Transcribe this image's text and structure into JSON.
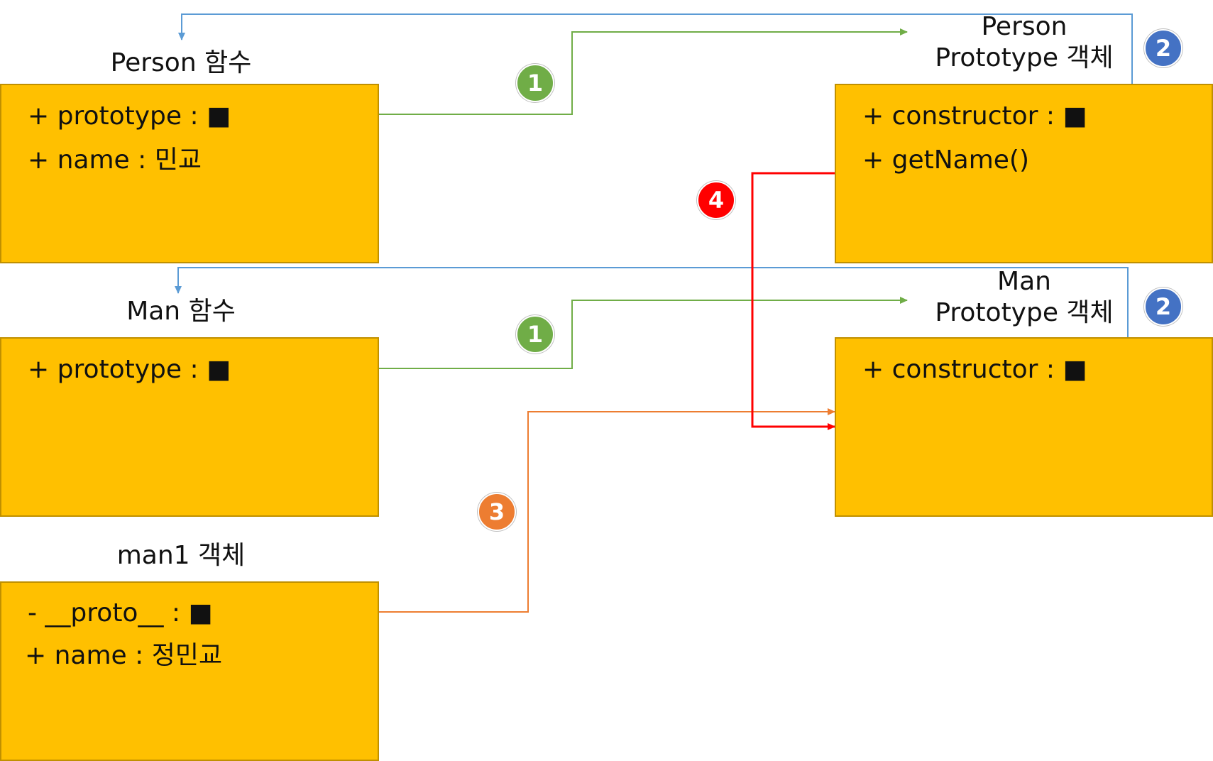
{
  "colors": {
    "box_fill": "#FFC000",
    "box_border": "#C09000",
    "arrow_green": "#70AD47",
    "arrow_blue": "#5B9BD5",
    "arrow_orange": "#ED7D31",
    "arrow_red": "#FF0000",
    "badge_green": "#70AD47",
    "badge_blue": "#4472C4",
    "badge_orange": "#ED7D31",
    "badge_red": "#FF0000"
  },
  "person_function": {
    "title": "Person 함수",
    "prototype_field": "+ prototype : ■",
    "name_field": "+ name : 민교"
  },
  "person_prototype": {
    "title_line1": "Person",
    "title_line2": "Prototype 객체",
    "constructor_field": "+ constructor : ■",
    "method_field": "+ getName()"
  },
  "man_function": {
    "title": "Man 함수",
    "prototype_field": "+ prototype : ■"
  },
  "man_prototype": {
    "title_line1": "Man",
    "title_line2": "Prototype 객체",
    "constructor_field": "+ constructor : ■"
  },
  "man1_object": {
    "title": "man1 객체",
    "proto_field": "- __proto__ : ■",
    "name_field": "+ name : 정민교"
  },
  "badges": {
    "step1_top": "1",
    "step1_bottom": "1",
    "step2_top": "2",
    "step2_bottom": "2",
    "step3": "3",
    "step4": "4"
  }
}
